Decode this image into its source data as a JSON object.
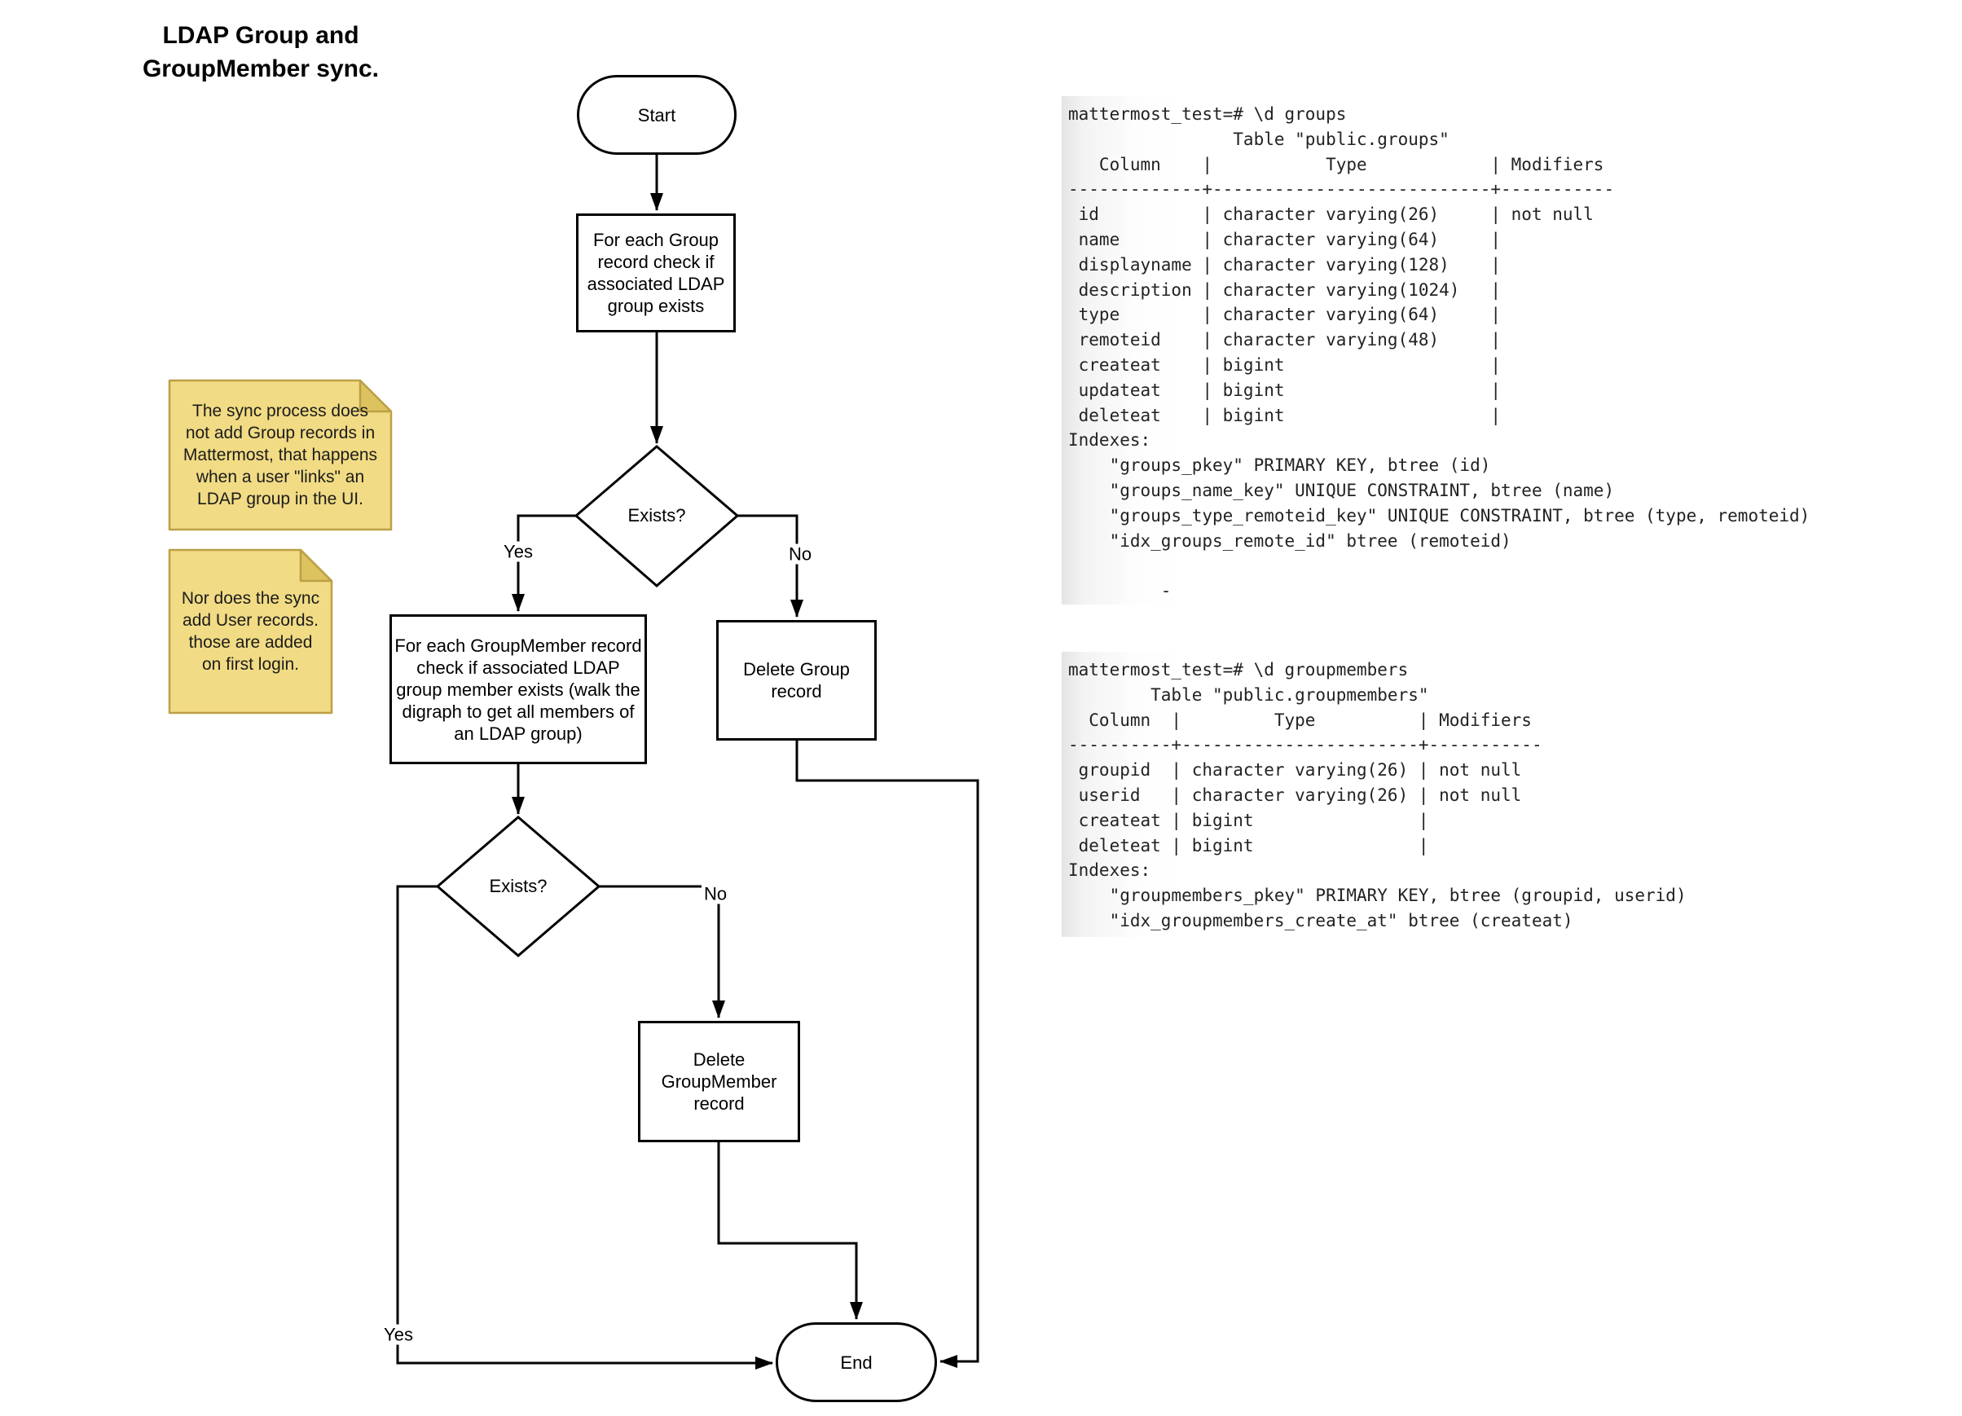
{
  "title": "LDAP Group and\nGroupMember sync.",
  "flowchart": {
    "start_label": "Start",
    "check_group_label": "For each Group\nrecord check if\nassociated LDAP\ngroup exists",
    "exists1_label": "Exists?",
    "yes1_label": "Yes",
    "no1_label": "No",
    "check_groupmember_label": "For each GroupMember record\ncheck if associated LDAP\ngroup member exists (walk the\ndigraph to get all members of\nan LDAP group)",
    "delete_group_label": "Delete Group\nrecord",
    "exists2_label": "Exists?",
    "yes2_label": "Yes",
    "no2_label": "No",
    "delete_groupmember_label": "Delete\nGroupMember\nrecord",
    "end_label": "End"
  },
  "notes": {
    "note1": "The sync process does\nnot add Group records in\nMattermost, that happens\nwhen a user \"links\" an\nLDAP group in the UI.",
    "note2": "Nor does the sync\nadd User records.\nthose are added\non first login."
  },
  "terminals": {
    "groups": {
      "text": "mattermost_test=# \\d groups\n                Table \"public.groups\"\n   Column    |           Type            | Modifiers\n-------------+---------------------------+-----------\n id          | character varying(26)     | not null\n name        | character varying(64)     |\n displayname | character varying(128)    |\n description | character varying(1024)   |\n type        | character varying(64)     |\n remoteid    | character varying(48)     |\n createat    | bigint                    |\n updateat    | bigint                    |\n deleteat    | bigint                    |\nIndexes:\n    \"groups_pkey\" PRIMARY KEY, btree (id)\n    \"groups_name_key\" UNIQUE CONSTRAINT, btree (name)\n    \"groups_type_remoteid_key\" UNIQUE CONSTRAINT, btree (type, remoteid)\n    \"idx_groups_remote_id\" btree (remoteid)\n\n         -"
    },
    "groupmembers": {
      "text": "mattermost_test=# \\d groupmembers\n        Table \"public.groupmembers\"\n  Column  |         Type          | Modifiers\n----------+-----------------------+-----------\n groupid  | character varying(26) | not null\n userid   | character varying(26) | not null\n createat | bigint                |\n deleteat | bigint                |\nIndexes:\n    \"groupmembers_pkey\" PRIMARY KEY, btree (groupid, userid)\n    \"idx_groupmembers_create_at\" btree (createat)"
    }
  },
  "colors": {
    "stroke": "#000000",
    "note_fill": "#F1DB84",
    "note_border": "#BCA045",
    "note_fold": "#DCC35F",
    "terminal_text": "#222222",
    "terminal_edge": "#E4E4E4"
  }
}
